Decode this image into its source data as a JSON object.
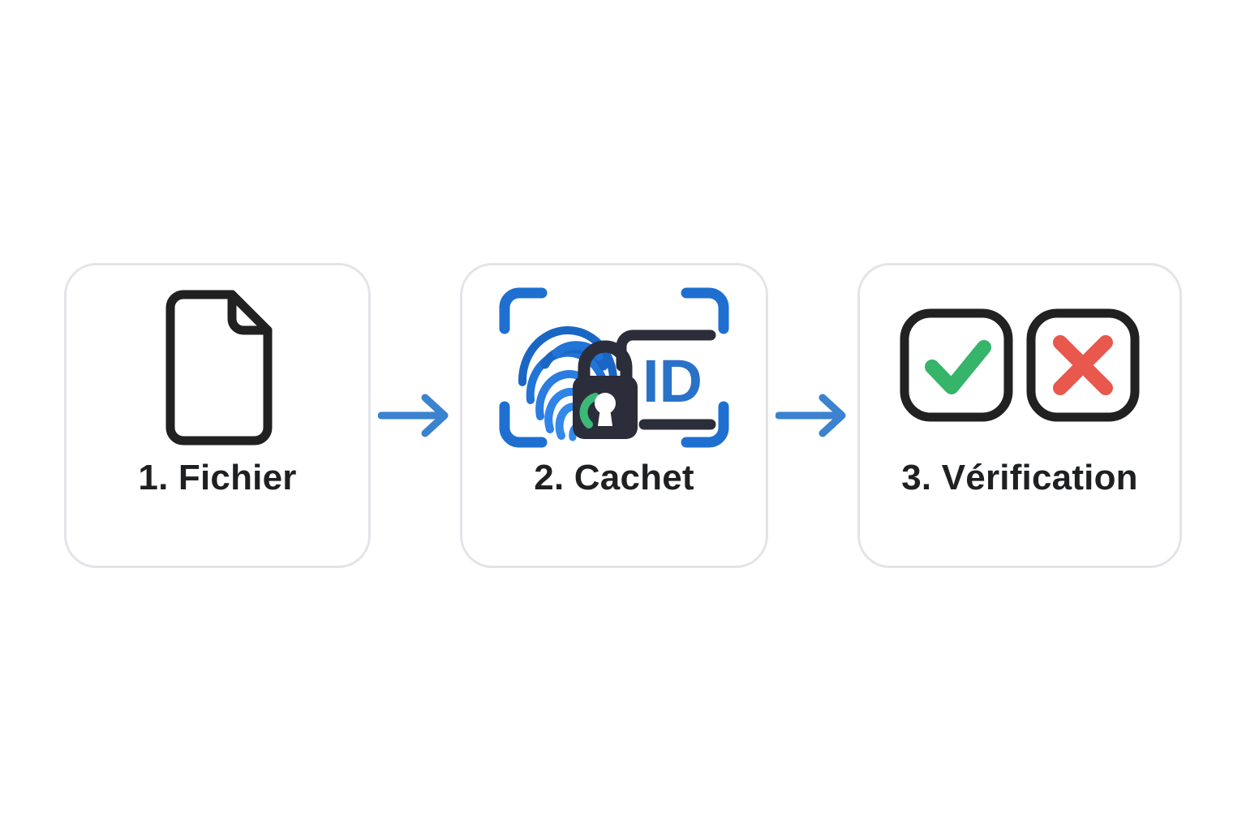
{
  "page": {
    "background_color": "#ffffff",
    "type": "process-flow",
    "language": "fr",
    "step_count": 3
  },
  "theme": {
    "card_border_color": "#e3e4e9",
    "card_background": "#ffffff",
    "label_color": "#1f2022",
    "arrow_color": "#3b82cf",
    "icon_dark": "#212121",
    "icon_blue": "#2a72c8",
    "fingerprint_blue": "#1f6fd0",
    "lock_dark": "#2b2d3a",
    "lock_accent_green": "#3cb878",
    "check_green": "#35b46a",
    "cross_red": "#e8584c"
  },
  "steps": [
    {
      "index": "1",
      "label": "1. Fichier",
      "icon": "document-page-icon",
      "icon_parts": [
        "page-outline",
        "folded-corner"
      ]
    },
    {
      "index": "2",
      "label": "2. Cachet",
      "icon": "digital-seal-scan-icon",
      "icon_parts": [
        "scanner-corner-brackets",
        "fingerprint",
        "padlock",
        "id-text",
        "bracket-line",
        "underline"
      ],
      "id_text": "ID"
    },
    {
      "index": "3",
      "label": "3. Vérification",
      "icon": "verification-result-icon",
      "icon_parts": [
        "checkmark-box",
        "cross-box"
      ]
    }
  ],
  "connectors": [
    {
      "from": "1",
      "to": "2",
      "icon": "arrow-right-icon"
    },
    {
      "from": "2",
      "to": "3",
      "icon": "arrow-right-icon"
    }
  ]
}
